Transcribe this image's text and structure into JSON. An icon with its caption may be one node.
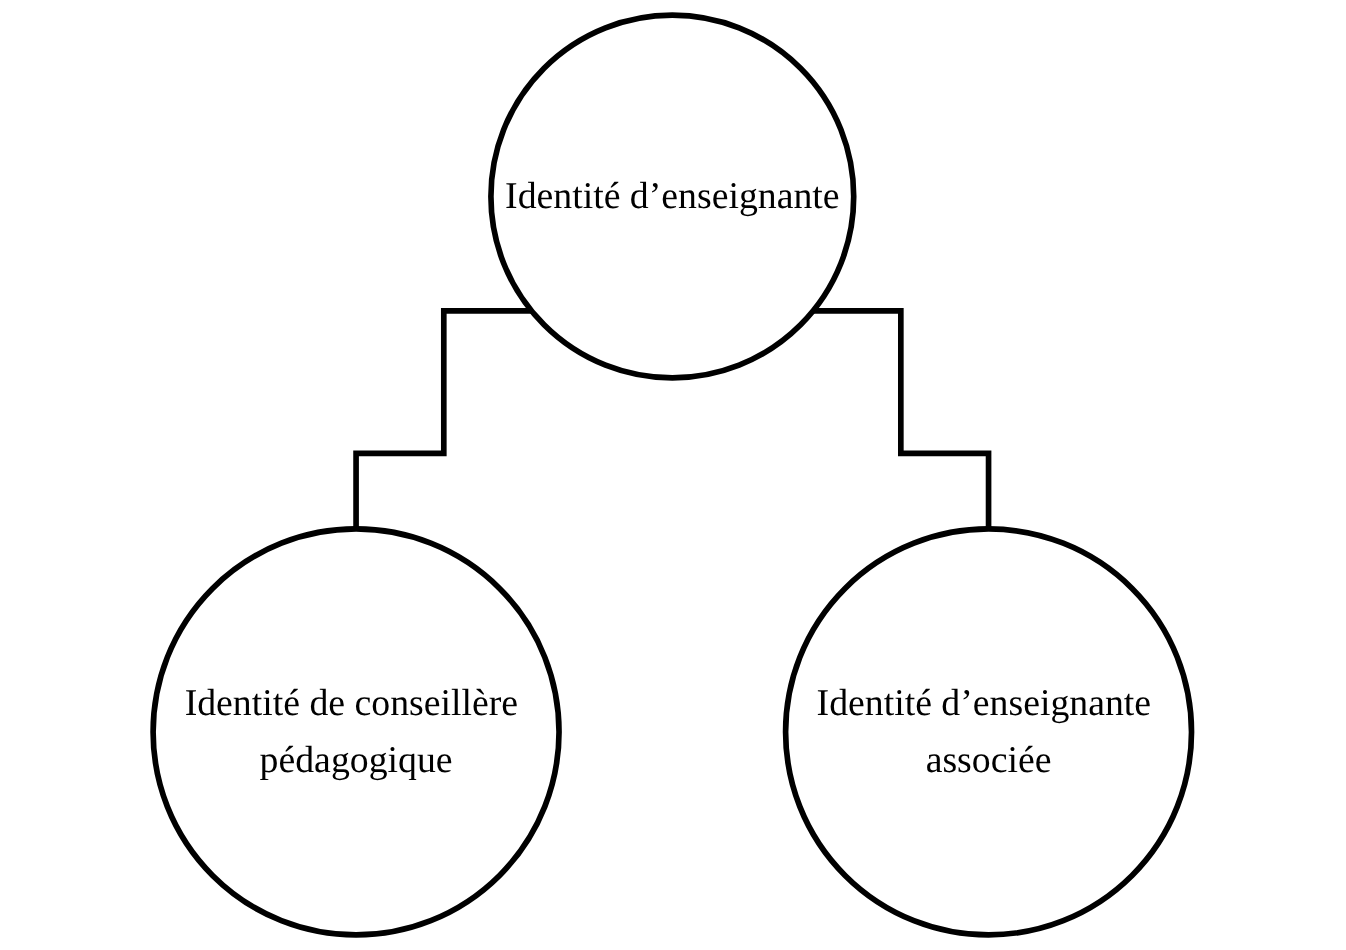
{
  "diagram": {
    "nodes": [
      {
        "text": [
          "Identité d’enseignante"
        ]
      },
      {
        "text": [
          "Identité de conseillère pédagogique"
        ]
      },
      {
        "text": [
          "Identité d’enseignante associée"
        ]
      }
    ],
    "edges": [
      {
        "from": 0,
        "to": 1,
        "arrow": "none"
      },
      {
        "from": 0,
        "to": 2,
        "arrow": "none"
      }
    ]
  }
}
